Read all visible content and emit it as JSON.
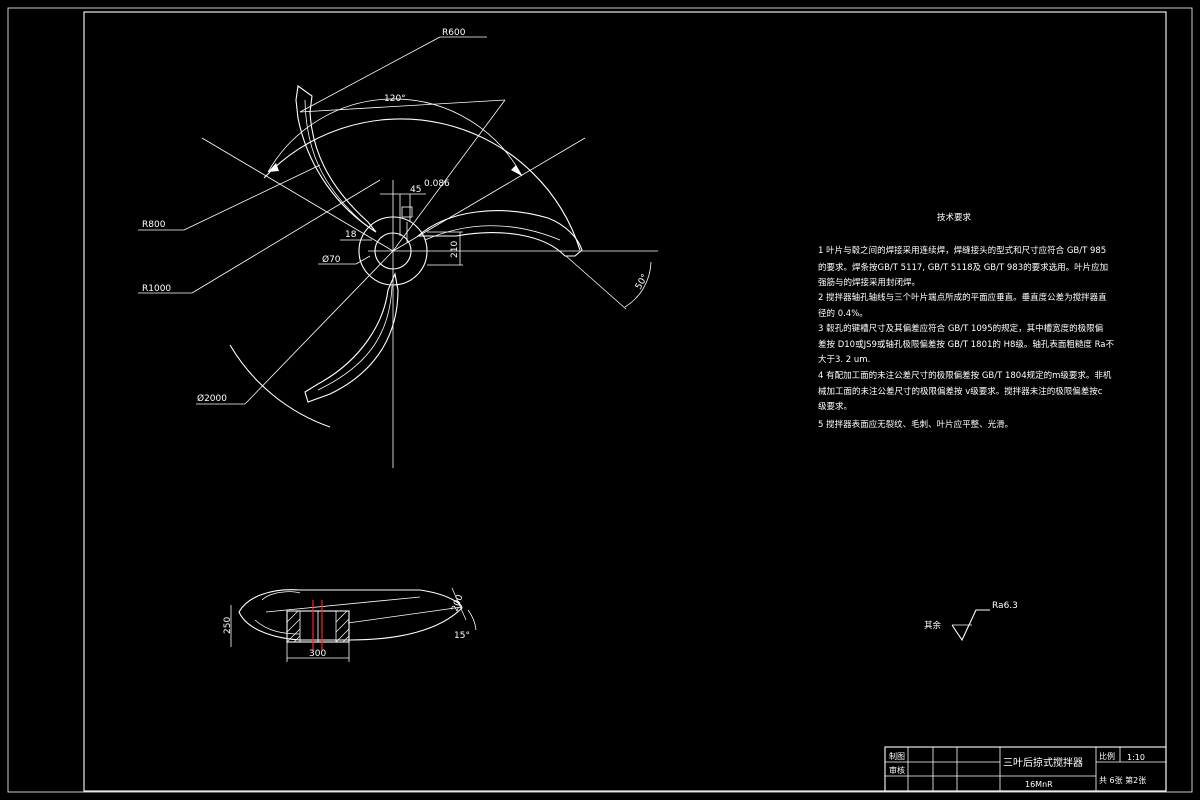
{
  "drawing": {
    "background": "#000000",
    "line_color": "#ffffff",
    "section_line_color": "#ff2222"
  },
  "dimensions": {
    "r600": "R600",
    "r800": "R800",
    "r1000": "R1000",
    "dia2000": "Ø2000",
    "dia70": "Ø70",
    "angle120": "120°",
    "angle50": "50°",
    "angle15": "15°",
    "d18": "18",
    "d210": "210",
    "d45": "45",
    "d45_tol": "0.086",
    "d250": "250",
    "d200": "200",
    "d300": "300"
  },
  "notes": {
    "title": "技术要求",
    "lines": [
      "1 叶片与毂之间的焊接采用连续焊，焊缝接头的型式和尺寸应符合 GB/T 985",
      "   的要求。焊条按GB/T 5117, GB/T 5118及 GB/T 983的要求选用。叶片应加",
      "   强筋与的焊接采用封闭焊。",
      "2 搅拌器轴孔轴线与三个叶片端点所成的平面应垂直。垂直度公差为搅拌器直",
      "   径的 0.4%。",
      "3 毂孔的键槽尺寸及其偏差应符合 GB/T 1095的规定，其中槽宽度的极限偏",
      "   差按 D10或JS9或轴孔极限偏差按 GB/T 1801的 H8级。轴孔表面粗糙度 Ra不",
      "   大于3. 2 um.",
      "4 有配加工面的未注公差尺寸的极限偏差按 GB/T 1804规定的m级要求。非机",
      "   械加工面的未注公差尺寸的极限偏差按 v级要求。搅拌器未注的极限偏差按c",
      "   级要求。",
      "5 搅拌器表面应无裂纹、毛刺、叶片应平整、光滑。"
    ]
  },
  "roughness": {
    "label": "其余",
    "value": "Ra6.3"
  },
  "title_block": {
    "drawn_label": "制图",
    "checked_label": "审核",
    "drawing_title": "三叶后掠式搅拌器",
    "material": "16MnR",
    "scale_label": "比例",
    "scale_value": "1:10",
    "sheets": "共 6张 第2张"
  }
}
